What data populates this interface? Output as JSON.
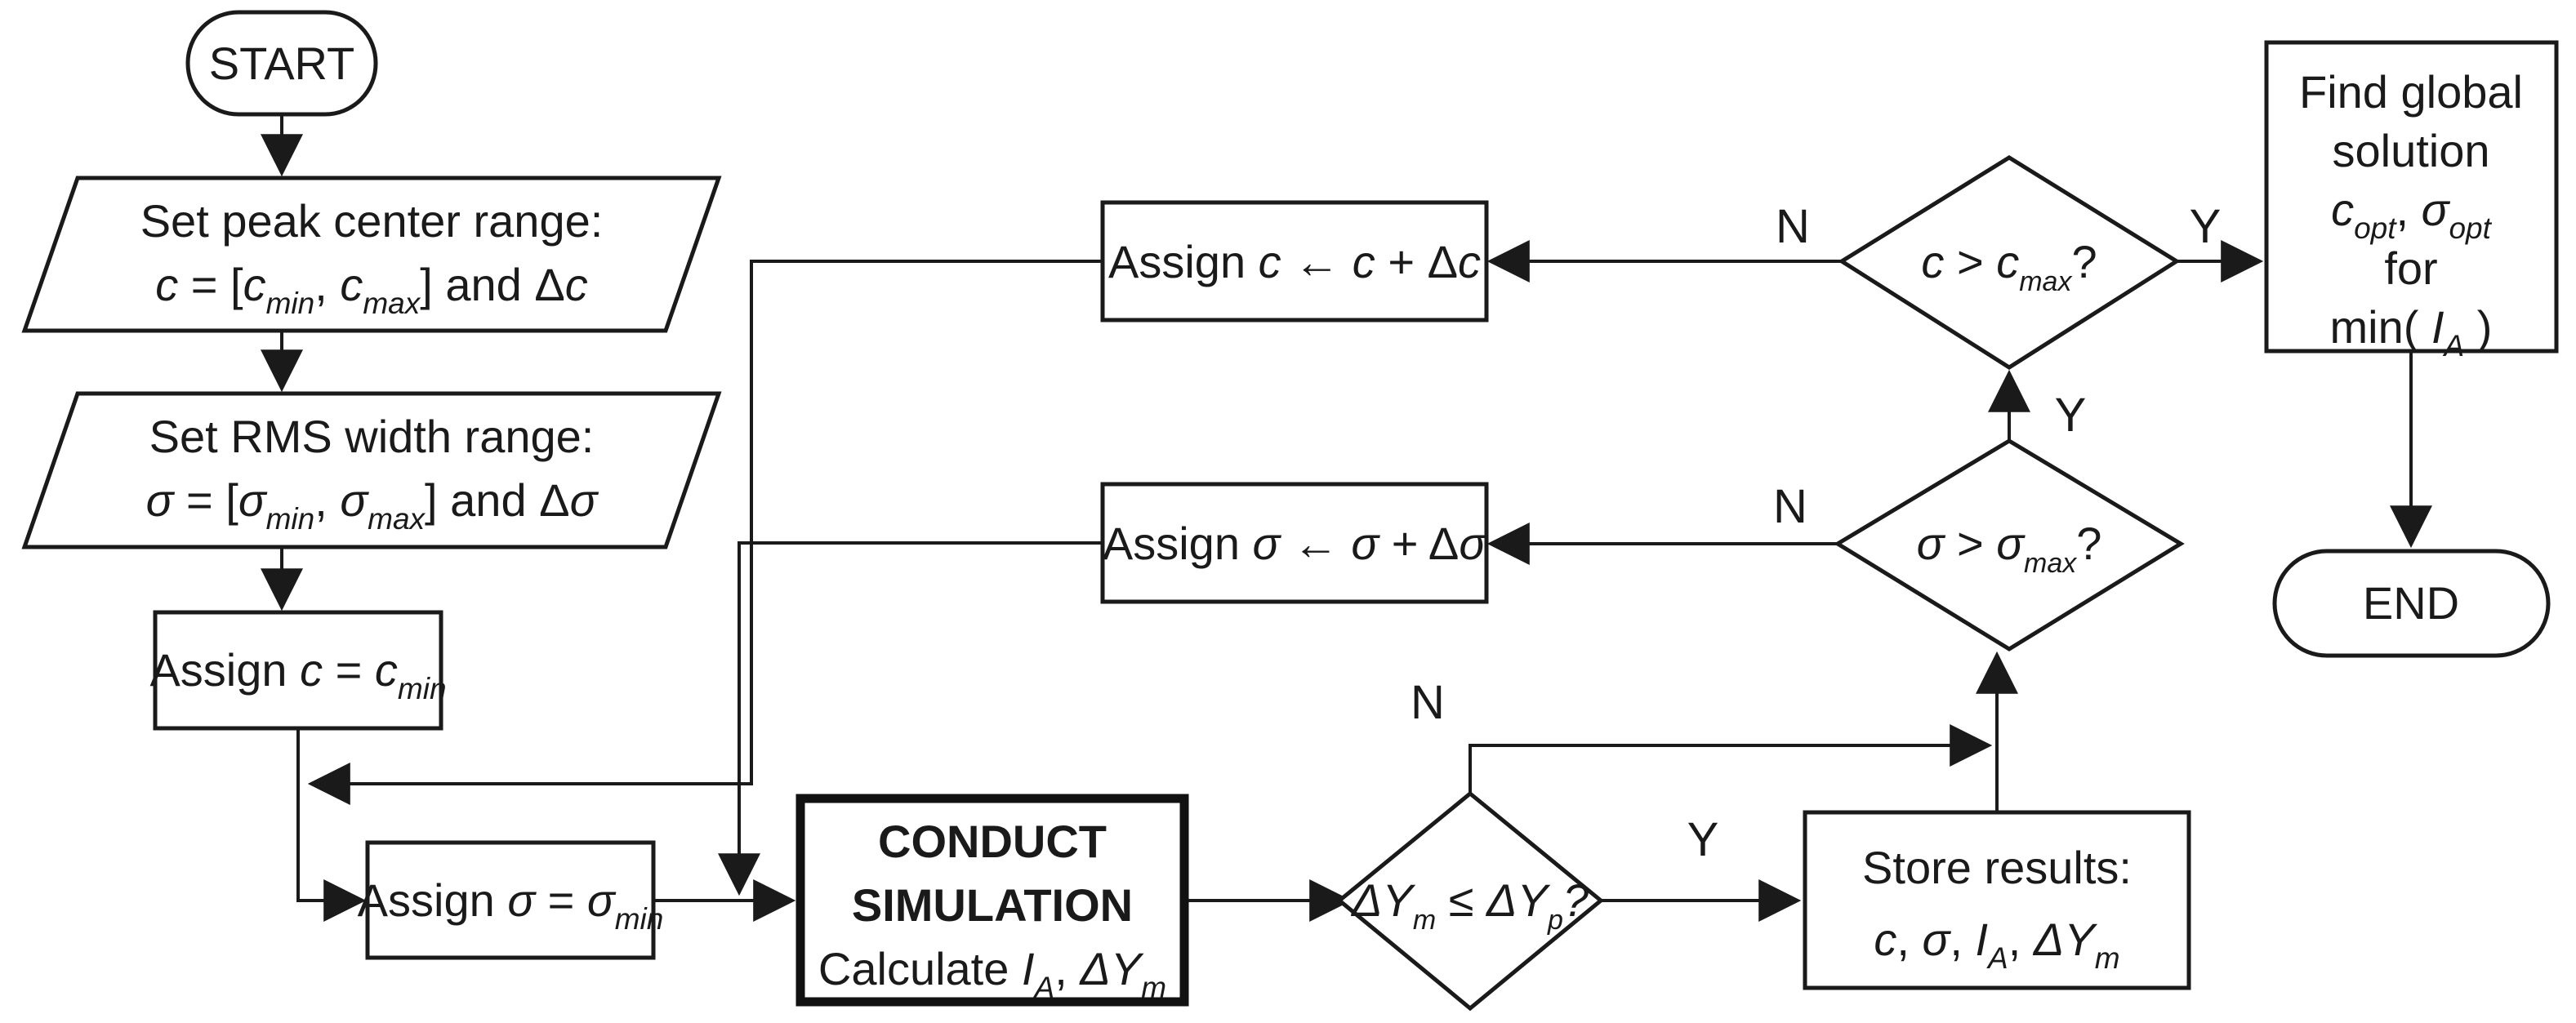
{
  "diagram_type": "flowchart",
  "colors": {
    "background": "#ffffff",
    "stroke": "#1a1a1a",
    "text": "#1a1a1a"
  },
  "flow": {
    "nodes": [
      {
        "id": "start",
        "shape": "terminator",
        "lines": [
          [
            {
              "t": "START"
            }
          ]
        ]
      },
      {
        "id": "set-peak-range",
        "shape": "parallelogram-io",
        "lines": [
          [
            {
              "t": "Set peak center range:"
            }
          ],
          [
            {
              "t": "c",
              "s": "i"
            },
            {
              "t": " = ["
            },
            {
              "t": "c",
              "s": "i"
            },
            {
              "t": "min",
              "s": "sub"
            },
            {
              "t": ", "
            },
            {
              "t": "c",
              "s": "i"
            },
            {
              "t": "max",
              "s": "sub"
            },
            {
              "t": "]   and Δ"
            },
            {
              "t": "c",
              "s": "i"
            }
          ]
        ]
      },
      {
        "id": "set-rms-range",
        "shape": "parallelogram-io",
        "lines": [
          [
            {
              "t": "Set RMS width range:"
            }
          ],
          [
            {
              "t": "σ",
              "s": "i"
            },
            {
              "t": " = ["
            },
            {
              "t": "σ",
              "s": "i"
            },
            {
              "t": "min",
              "s": "sub"
            },
            {
              "t": ", "
            },
            {
              "t": "σ",
              "s": "i"
            },
            {
              "t": "max",
              "s": "sub"
            },
            {
              "t": "]  and Δ"
            },
            {
              "t": "σ",
              "s": "i"
            }
          ]
        ]
      },
      {
        "id": "assign-c-min",
        "shape": "process",
        "lines": [
          [
            {
              "t": "Assign "
            },
            {
              "t": "c",
              "s": "i"
            },
            {
              "t": " = "
            },
            {
              "t": "c",
              "s": "i"
            },
            {
              "t": "min",
              "s": "sub"
            }
          ]
        ]
      },
      {
        "id": "assign-sigma-min",
        "shape": "process",
        "lines": [
          [
            {
              "t": "Assign "
            },
            {
              "t": "σ",
              "s": "i"
            },
            {
              "t": " = "
            },
            {
              "t": "σ",
              "s": "i"
            },
            {
              "t": "min",
              "s": "sub"
            }
          ]
        ]
      },
      {
        "id": "conduct-simulation",
        "shape": "process-bold",
        "lines": [
          [
            {
              "t": "CONDUCT",
              "s": "b"
            }
          ],
          [
            {
              "t": "SIMULATION",
              "s": "b"
            }
          ],
          [
            {
              "t": "Calculate  "
            },
            {
              "t": "I",
              "s": "i"
            },
            {
              "t": "A",
              "s": "sub"
            },
            {
              "t": ", "
            },
            {
              "t": "ΔY",
              "s": "i"
            },
            {
              "t": "m",
              "s": "sub"
            }
          ]
        ]
      },
      {
        "id": "decision-dy",
        "shape": "decision",
        "lines": [
          [
            {
              "t": "ΔY",
              "s": "i"
            },
            {
              "t": "m",
              "s": "sub"
            },
            {
              "t": " ≤ ",
              "s": "i"
            },
            {
              "t": "ΔY",
              "s": "i"
            },
            {
              "t": "p",
              "s": "sub"
            },
            {
              "t": "?",
              "s": "i"
            }
          ]
        ]
      },
      {
        "id": "store-results",
        "shape": "process",
        "lines": [
          [
            {
              "t": "Store results:"
            }
          ],
          [
            {
              "t": "c",
              "s": "i"
            },
            {
              "t": ", "
            },
            {
              "t": "σ",
              "s": "i"
            },
            {
              "t": ", "
            },
            {
              "t": "I",
              "s": "i"
            },
            {
              "t": "A",
              "s": "sub"
            },
            {
              "t": ", "
            },
            {
              "t": "ΔY",
              "s": "i"
            },
            {
              "t": "m",
              "s": "sub"
            }
          ]
        ]
      },
      {
        "id": "decision-sigma",
        "shape": "decision",
        "lines": [
          [
            {
              "t": "σ",
              "s": "i"
            },
            {
              "t": " > "
            },
            {
              "t": "σ",
              "s": "i"
            },
            {
              "t": "max",
              "s": "sub"
            },
            {
              "t": "?"
            }
          ]
        ]
      },
      {
        "id": "assign-sigma-step",
        "shape": "process",
        "lines": [
          [
            {
              "t": "Assign "
            },
            {
              "t": "σ",
              "s": "i"
            },
            {
              "t": " ← "
            },
            {
              "t": "σ",
              "s": "i"
            },
            {
              "t": " + Δ"
            },
            {
              "t": "σ",
              "s": "i"
            }
          ]
        ]
      },
      {
        "id": "decision-c",
        "shape": "decision",
        "lines": [
          [
            {
              "t": "c",
              "s": "i"
            },
            {
              "t": " > "
            },
            {
              "t": "c",
              "s": "i"
            },
            {
              "t": "max",
              "s": "sub"
            },
            {
              "t": "?"
            }
          ]
        ]
      },
      {
        "id": "assign-c-step",
        "shape": "process",
        "lines": [
          [
            {
              "t": "Assign "
            },
            {
              "t": "c",
              "s": "i"
            },
            {
              "t": " ← "
            },
            {
              "t": "c",
              "s": "i"
            },
            {
              "t": " + Δ"
            },
            {
              "t": "c",
              "s": "i"
            }
          ]
        ]
      },
      {
        "id": "find-global",
        "shape": "process",
        "lines": [
          [
            {
              "t": "Find global"
            }
          ],
          [
            {
              "t": "solution"
            }
          ],
          [
            {
              "t": "c",
              "s": "i"
            },
            {
              "t": "opt",
              "s": "sub"
            },
            {
              "t": ", "
            },
            {
              "t": "σ",
              "s": "i"
            },
            {
              "t": "opt",
              "s": "sub"
            }
          ],
          [
            {
              "t": "for"
            }
          ],
          [
            {
              "t": "min( "
            },
            {
              "t": "I",
              "s": "i"
            },
            {
              "t": "A",
              "s": "sub"
            },
            {
              "t": " )"
            }
          ]
        ]
      },
      {
        "id": "end",
        "shape": "terminator",
        "lines": [
          [
            {
              "t": "END"
            }
          ]
        ]
      }
    ],
    "edge_labels": [
      {
        "id": "dy-no",
        "text": "N"
      },
      {
        "id": "dy-yes",
        "text": "Y"
      },
      {
        "id": "sigma-no",
        "text": "N"
      },
      {
        "id": "sigma-yes",
        "text": "Y"
      },
      {
        "id": "c-no",
        "text": "N"
      },
      {
        "id": "c-yes",
        "text": "Y"
      }
    ]
  }
}
